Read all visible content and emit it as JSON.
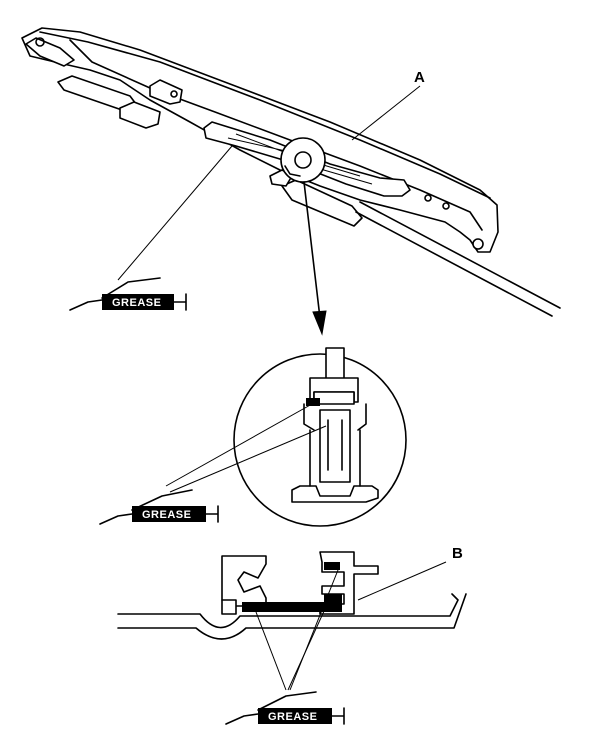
{
  "callouts": {
    "a": "A",
    "b": "B"
  },
  "grease_labels": {
    "top": "GREASE",
    "middle": "GREASE",
    "bottom": "GREASE"
  }
}
